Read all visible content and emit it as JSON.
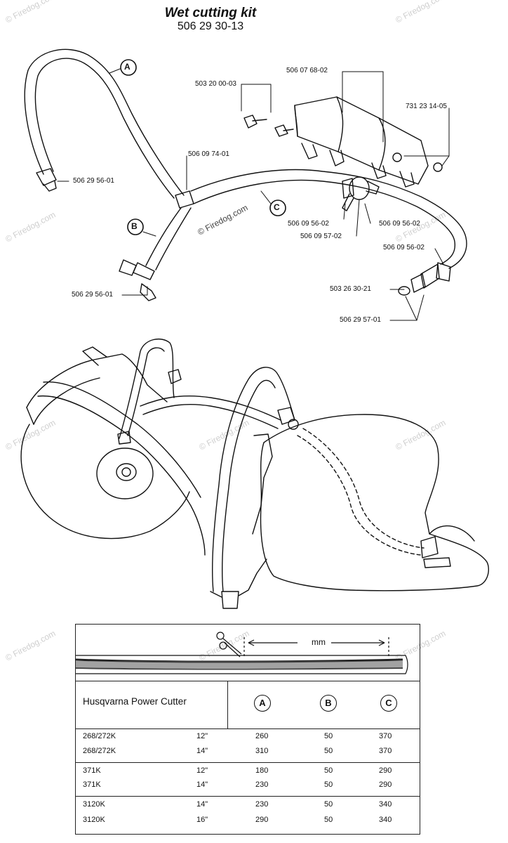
{
  "header": {
    "title": "Wet cutting kit",
    "part_number": "506 29 30-13"
  },
  "callouts": {
    "a": "A",
    "b": "B",
    "c": "C"
  },
  "part_labels": {
    "p1": "506 07 68-02",
    "p2": "503 20 00-03",
    "p3": "731 23 14-05",
    "p4": "506 09 74-01",
    "p5": "506 29 56-01",
    "p6": "506 09 56-02",
    "p7": "506 09 57-02",
    "p8": "506 09 56-02",
    "p9": "506 09 56-02",
    "p10": "503 26 30-21",
    "p11": "506 29 57-01",
    "p12": "506 29 56-01"
  },
  "watermark": "© Firedog.com",
  "table": {
    "unit_label": "mm",
    "header_label": "Husqvarna Power Cutter",
    "columns": [
      "A",
      "B",
      "C"
    ],
    "groups": [
      {
        "rows": [
          {
            "model": "268/272K",
            "size": "12\"",
            "a": "260",
            "b": "50",
            "c": "370"
          },
          {
            "model": "268/272K",
            "size": "14\"",
            "a": "310",
            "b": "50",
            "c": "370"
          }
        ]
      },
      {
        "rows": [
          {
            "model": "371K",
            "size": "12\"",
            "a": "180",
            "b": "50",
            "c": "290"
          },
          {
            "model": "371K",
            "size": "14\"",
            "a": "230",
            "b": "50",
            "c": "290"
          }
        ]
      },
      {
        "rows": [
          {
            "model": "3120K",
            "size": "14\"",
            "a": "230",
            "b": "50",
            "c": "340"
          },
          {
            "model": "3120K",
            "size": "16\"",
            "a": "290",
            "b": "50",
            "c": "340"
          }
        ]
      }
    ]
  }
}
